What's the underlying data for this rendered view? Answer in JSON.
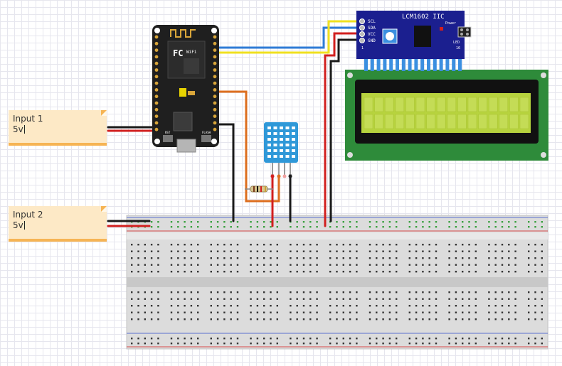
{
  "notes": [
    {
      "title": "Input 1",
      "value": "5v"
    },
    {
      "title": "Input 2",
      "value": "5v"
    }
  ],
  "lcd": {
    "board_label": "LCM1602 IIC",
    "pins": [
      "SCL",
      "SDA",
      "VCC",
      "GND"
    ],
    "power_label": "Power",
    "led_label": "LED",
    "pin_16": "16",
    "pin_1": "1"
  },
  "mcu": {
    "logo": "FC",
    "wifi_label": "WiFi",
    "btn_rst": "RST",
    "btn_flash": "FLASH"
  },
  "colors": {
    "wire_red": "#d11f1f",
    "wire_black": "#1a1a1a",
    "wire_blue": "#2f7bd6",
    "wire_yellow": "#f0e020",
    "wire_orange": "#dd6e1e",
    "lcd_screen": "#b7d33e",
    "lcd_pcb": "#2e8b3a",
    "i2c_board": "#1b1f8f",
    "sensor": "#2f98d8"
  }
}
